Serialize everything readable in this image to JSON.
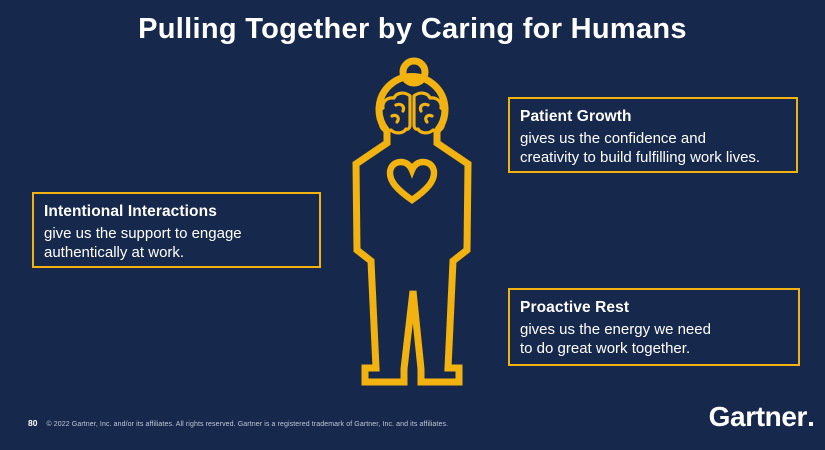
{
  "slide": {
    "title": "Pulling Together by Caring for Humans",
    "page_number": "80",
    "copyright": "© 2022 Gartner, Inc. and/or its affiliates. All rights reserved. Gartner is a registered trademark of Gartner, Inc. and its affiliates.",
    "logo_text": "Gartner"
  },
  "callouts": {
    "intentional_interactions": {
      "heading": "Intentional Interactions",
      "lines": [
        "give us the support to engage",
        "authentically at work."
      ]
    },
    "patient_growth": {
      "heading": "Patient Growth",
      "lines": [
        "gives us the confidence and",
        "creativity to build fulfilling work lives."
      ]
    },
    "proactive_rest": {
      "heading": "Proactive Rest",
      "lines": [
        "gives us the energy we need",
        "to do great work together."
      ]
    }
  },
  "figure": {
    "icons": [
      "hair-bun-icon",
      "head-outline",
      "brain-icon",
      "heart-icon",
      "body-outline"
    ]
  },
  "colors": {
    "background": "#16294D",
    "accent_gold": "#F2B210",
    "text": "#FFFFFF"
  }
}
